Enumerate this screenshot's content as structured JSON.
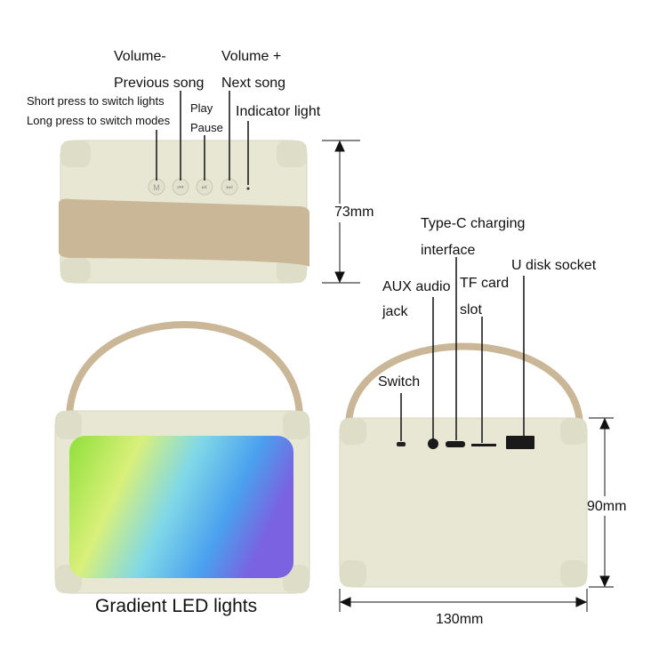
{
  "top_view": {
    "volume_minus": "Volume-",
    "previous_song": "Previous song",
    "volume_plus": "Volume +",
    "next_song": "Next song",
    "short_press": "Short press to switch lights",
    "long_press": "Long press to switch modes",
    "play": "Play",
    "pause": "Pause",
    "indicator_light": "Indicator light",
    "height_dimension": "73mm",
    "buttons": [
      "mode-button",
      "previous-button",
      "play-pause-button",
      "next-button"
    ]
  },
  "front_view": {
    "caption": "Gradient LED lights"
  },
  "back_view": {
    "type_c_line1": "Type-C charging",
    "type_c_line2": "interface",
    "u_disk": "U disk socket",
    "aux_line1": "AUX audio",
    "aux_line2": "jack",
    "tf_line1": "TF card",
    "tf_line2": "slot",
    "switch": "Switch",
    "height_dimension": "90mm",
    "width_dimension": "130mm"
  },
  "colors": {
    "body": "#e9e8d6",
    "strap": "#c9b797",
    "led_left": "#9be24a",
    "led_right": "#6a6ee8"
  }
}
